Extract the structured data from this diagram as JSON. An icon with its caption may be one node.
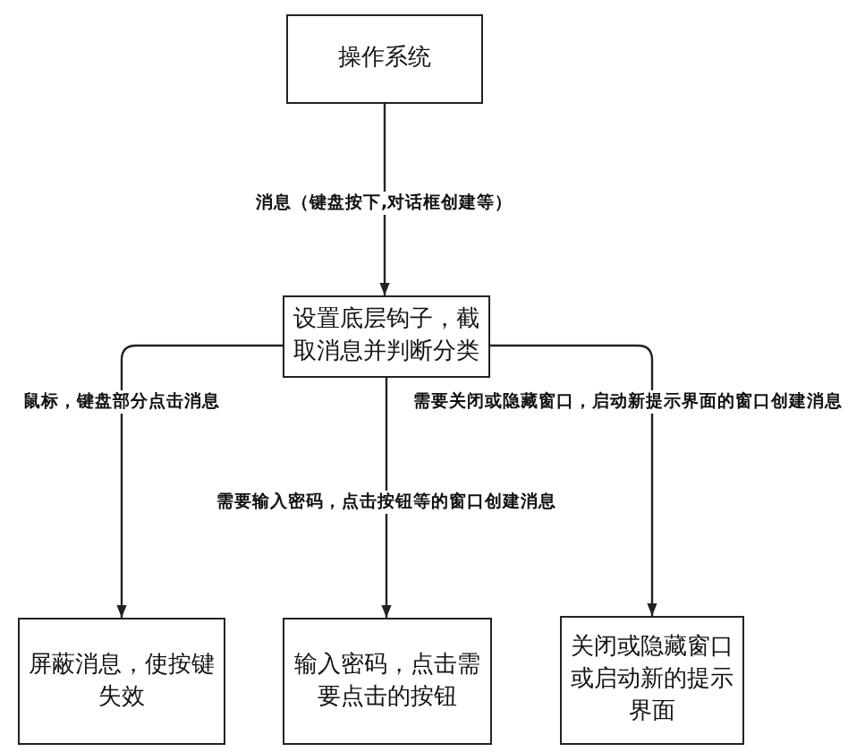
{
  "diagram": {
    "nodes": [
      {
        "text": [
          "操作系统"
        ]
      },
      {
        "text": [
          "设置底层钩子，截取消息并判断分类"
        ]
      },
      {
        "text": [
          "屏蔽消息，使按键失效"
        ]
      },
      {
        "text": [
          "输入密码，点击需要点击的按钮"
        ]
      },
      {
        "text": [
          "关闭或隐藏窗口或启动新的提示界面"
        ]
      }
    ],
    "edges": [
      {
        "from": 0,
        "to": 1,
        "arrow": "to",
        "label": "消息（键盘按下,对话框创建等）"
      },
      {
        "from": 1,
        "to": 2,
        "arrow": "to",
        "label": "鼠标，键盘部分点击消息"
      },
      {
        "from": 1,
        "to": 3,
        "arrow": "to",
        "label": "需要输入密码，点击按钮等的窗口创建消息"
      },
      {
        "from": 1,
        "to": 4,
        "arrow": "to",
        "label": "需要关闭或隐藏窗口，启动新提示界面的窗口创建消息"
      }
    ]
  }
}
